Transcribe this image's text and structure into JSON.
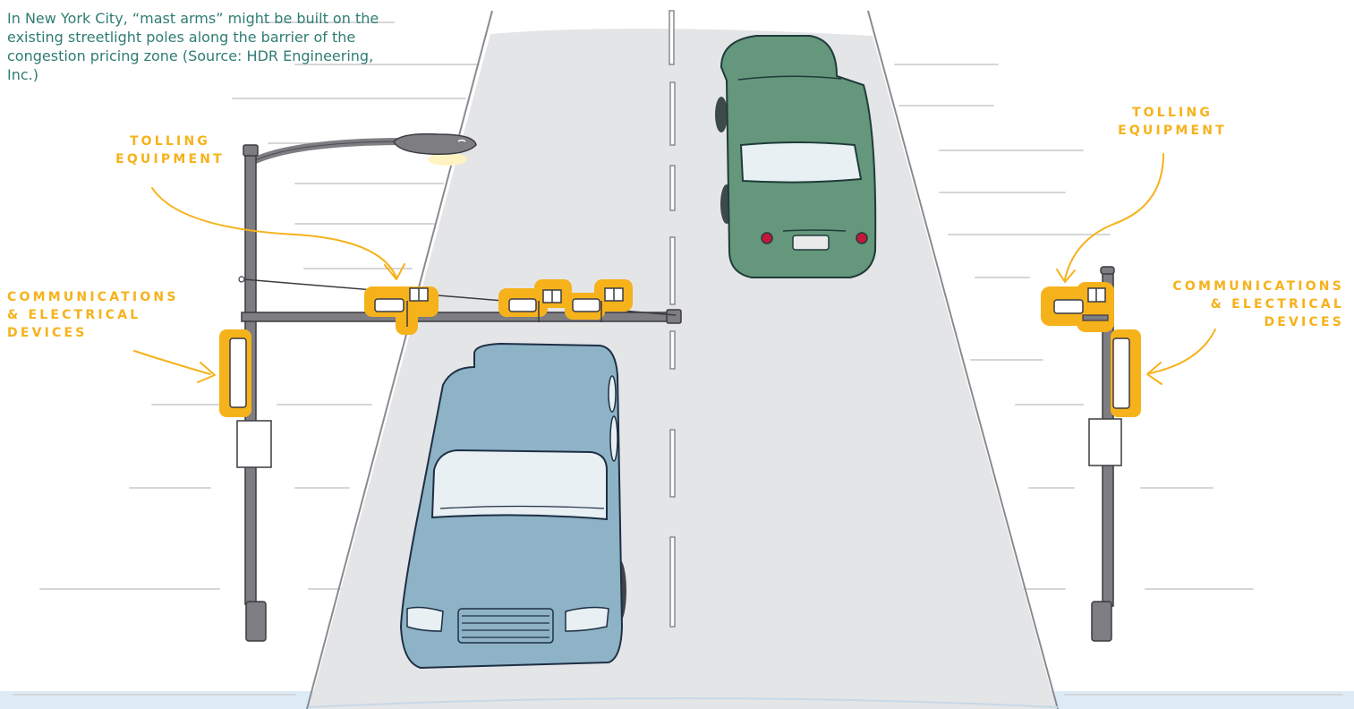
{
  "caption": "In New York City, “mast arms” might be built on the existing streetlight poles along the barrier of the congestion pricing zone (Source: HDR Engineering, Inc.)",
  "labels": {
    "tolling_left": [
      "TOLLING",
      "EQUIPMENT"
    ],
    "tolling_right": [
      "TOLLING",
      "EQUIPMENT"
    ],
    "comms_left": [
      "COMMUNICATIONS",
      "& ELECTRICAL",
      "DEVICES"
    ],
    "comms_right": [
      "COMMUNICATIONS",
      "& ELECTRICAL",
      "DEVICES"
    ]
  },
  "colors": {
    "callout": "#f6b21b",
    "caption": "#2f7d73",
    "road": "#e4e5e7",
    "pole": "#7d7d82",
    "van": "#8eb3c6",
    "car": "#65977c",
    "ground_strip": "#dcebf6"
  }
}
